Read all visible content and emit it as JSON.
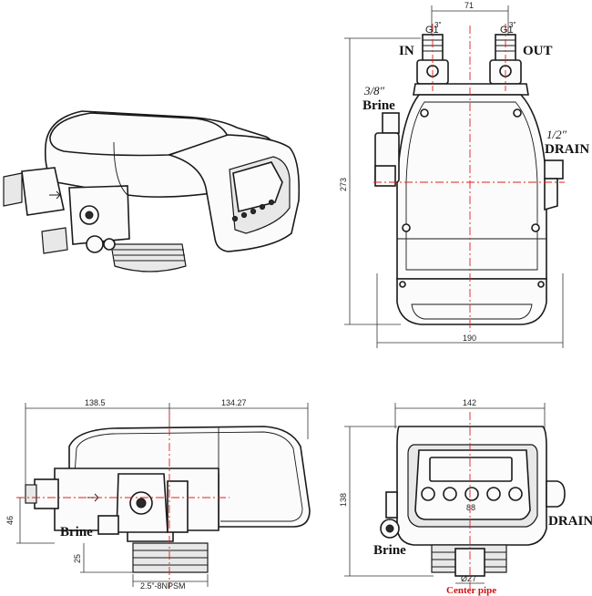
{
  "labels": {
    "in": "IN",
    "out": "OUT",
    "g_in": "G1",
    "g_out": "G1",
    "g_frac": "3″",
    "brine_size": "3/8″",
    "brine_top": "Brine",
    "drain_size": "1/2″",
    "drain_top": "DRAIN",
    "brine_side": "Brine",
    "brine_front": "Brine",
    "drain_front": "DRAIN",
    "center_pipe": "Center pipe"
  },
  "dimensions": {
    "top_width": "71",
    "height_273": "273",
    "width_190": "190",
    "side_left": "138.5",
    "side_right": "134.27",
    "side_46": "46",
    "side_25": "25",
    "thread": "2.5”-8NPSM",
    "front_width": "142",
    "front_height": "138",
    "front_88": "88",
    "front_27": "Ø27"
  },
  "colors": {
    "ink": "#1a1a1a",
    "centerline": "#e0201a",
    "center_pipe_text": "#d01010"
  }
}
